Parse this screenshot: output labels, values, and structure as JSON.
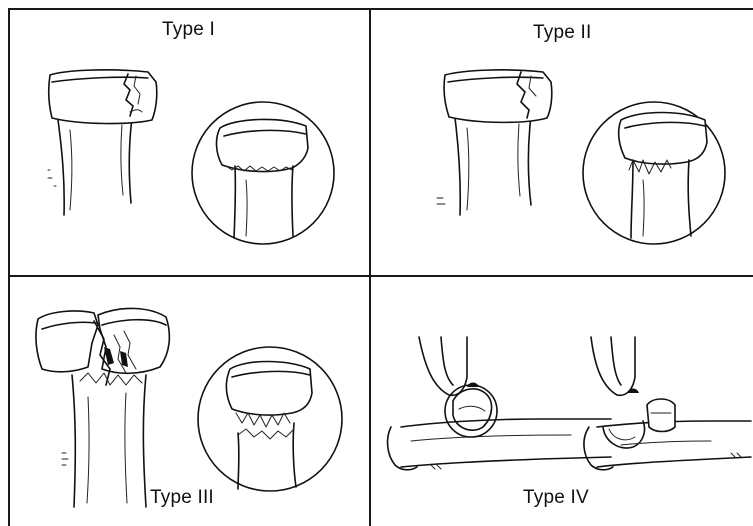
{
  "figure": {
    "panels": [
      {
        "id": "type-1",
        "label": "Type I"
      },
      {
        "id": "type-2",
        "label": "Type II"
      },
      {
        "id": "type-3",
        "label": "Type III"
      },
      {
        "id": "type-4",
        "label": "Type IV"
      }
    ]
  }
}
